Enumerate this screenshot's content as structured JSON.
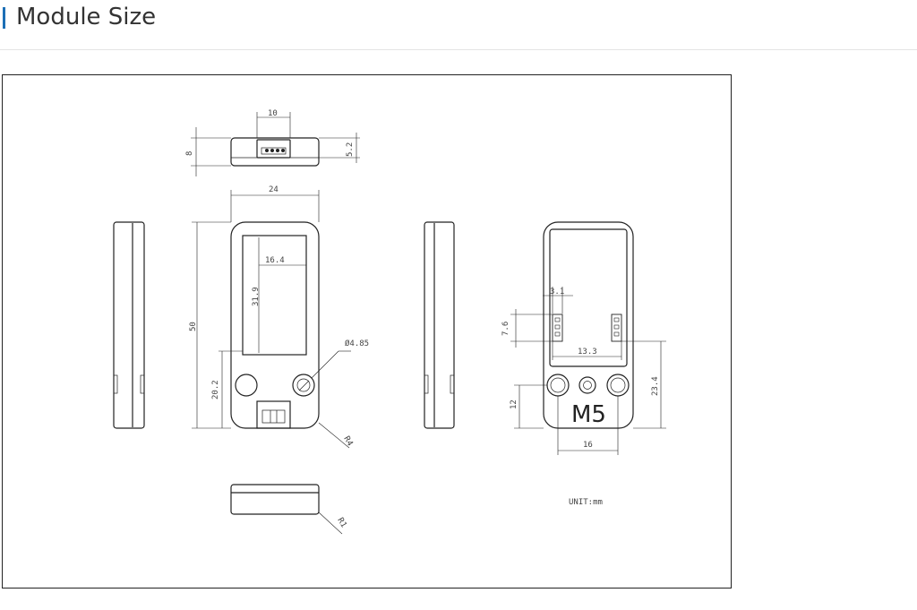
{
  "section": {
    "title": "Module Size",
    "accent_color": "#1c6fb6"
  },
  "drawing": {
    "unit_label": "UNIT:mm",
    "logo_text": "M5",
    "dimensions": {
      "top_width": "10",
      "top_height_left": "8",
      "top_height_right": "5.2",
      "front_width": "24",
      "screen_width": "16.4",
      "screen_height": "31.9",
      "front_height": "50",
      "hole_offset": "20.2",
      "hole_diameter": "Ø4.85",
      "radius_front": "R4",
      "radius_bottom": "R1",
      "back_pin_width": "3.1",
      "back_pin_height": "7.6",
      "back_pin_spacing": "13.3",
      "back_hole_offset": "23.4",
      "back_bottom_offset": "12",
      "back_hole_spacing": "16"
    }
  }
}
